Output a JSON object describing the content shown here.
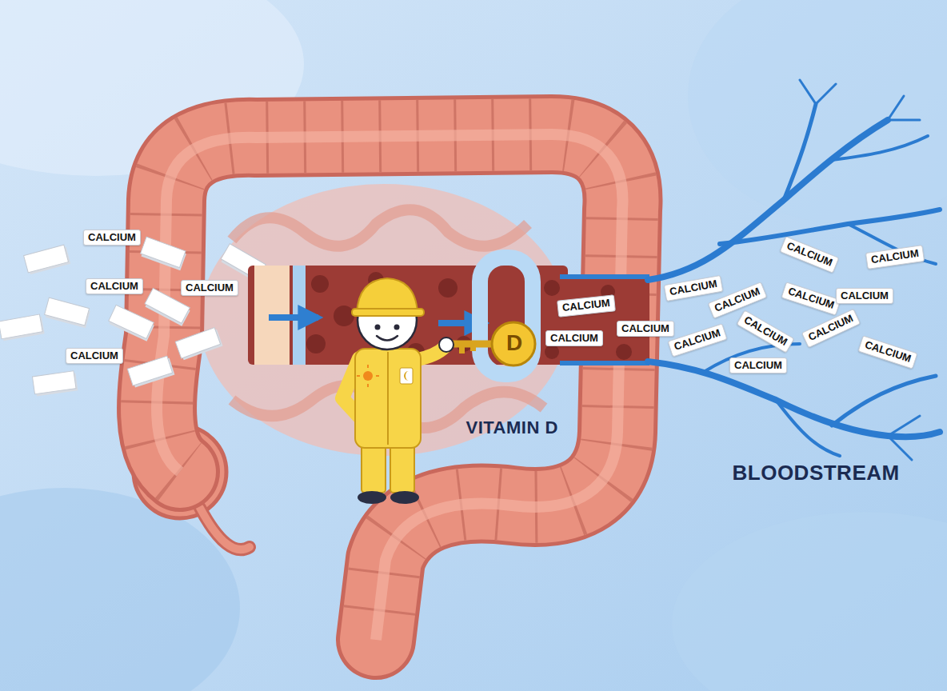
{
  "diagram": {
    "labels": [
      "CALCIUM",
      "CALCIUM",
      "CALCIUM",
      "CALCIUM",
      "CALCIUM",
      "CALCIUM",
      "CALCIUM",
      "VITAMIN D",
      "D",
      "CALCIUM",
      "CALCIUM",
      "CALCIUM",
      "CALCIUM",
      "CALCIUM",
      "CALCIUM",
      "CALCIUM",
      "CALCIUM",
      "CALCIUM",
      "CALCIUM",
      "CALCIUM",
      "BLOODSTREAM"
    ]
  }
}
